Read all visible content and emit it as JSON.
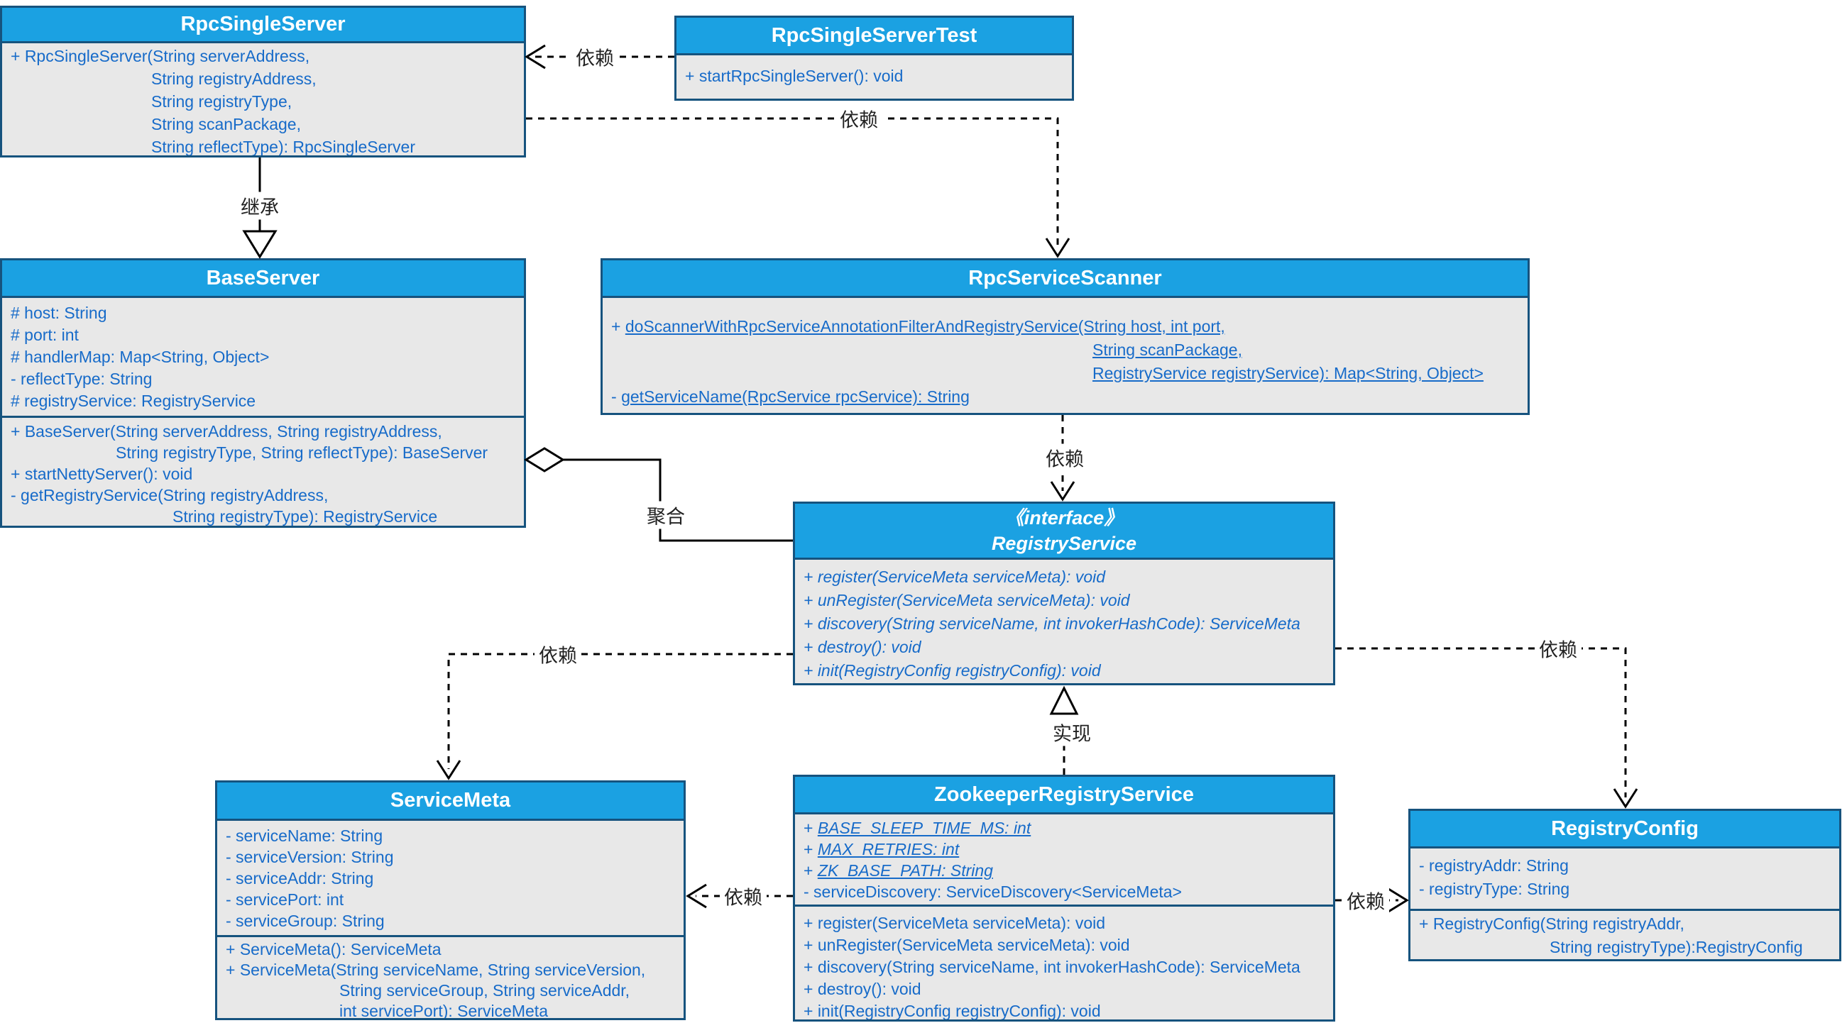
{
  "colors": {
    "header_blue": "#1BA1E2",
    "border_dark": "#16537E",
    "body_gray": "#E8E8E8",
    "member_text_blue": "#176BC9",
    "connector_black": "#000000"
  },
  "classes": {
    "rpc_single_server": {
      "title": "RpcSingleServer",
      "methods": [
        "+ RpcSingleServer(String serverAddress,",
        "String registryAddress,",
        "String registryType,",
        "String scanPackage,",
        "String reflectType): RpcSingleServer"
      ]
    },
    "rpc_single_server_test": {
      "title": "RpcSingleServerTest",
      "methods": [
        "+ startRpcSingleServer(): void"
      ]
    },
    "base_server": {
      "title": "BaseServer",
      "fields": [
        "# host: String",
        "# port: int",
        "# handlerMap: Map<String, Object>",
        "- reflectType: String",
        "# registryService: RegistryService"
      ],
      "methods": [
        "+ BaseServer(String serverAddress, String registryAddress,",
        "String registryType, String reflectType): BaseServer",
        "+ startNettyServer(): void",
        "- getRegistryService(String registryAddress,",
        "String registryType): RegistryService"
      ]
    },
    "rpc_service_scanner": {
      "title": "RpcServiceScanner",
      "methods": [
        {
          "pre": "+ ",
          "txt": "doScannerWithRpcServiceAnnotationFilterAndRegistryService(String host, int port,"
        },
        {
          "pre": "",
          "txt": "String scanPackage,"
        },
        {
          "pre": "",
          "txt": "RegistryService registryService): Map<String, Object>"
        },
        {
          "pre": "- ",
          "txt": "getServiceName(RpcService rpcService): String"
        }
      ]
    },
    "registry_service": {
      "stereotype": "《interface》",
      "title": "RegistryService",
      "methods": [
        "+ register(ServiceMeta serviceMeta): void",
        "+ unRegister(ServiceMeta serviceMeta): void",
        "+ discovery(String serviceName, int invokerHashCode): ServiceMeta",
        "+ destroy(): void",
        "+ init(RegistryConfig registryConfig): void"
      ]
    },
    "service_meta": {
      "title": "ServiceMeta",
      "fields": [
        "- serviceName: String",
        "- serviceVersion: String",
        "- serviceAddr: String",
        "- servicePort: int",
        "- serviceGroup: String"
      ],
      "methods": [
        "+ ServiceMeta(): ServiceMeta",
        "+ ServiceMeta(String serviceName, String serviceVersion,",
        "String serviceGroup, String serviceAddr,",
        "int servicePort): ServiceMeta"
      ]
    },
    "zookeeper_registry_service": {
      "title": "ZookeeperRegistryService",
      "fields": [
        {
          "pre": "+ ",
          "txt": "BASE_SLEEP_TIME_MS: int"
        },
        {
          "pre": "+ ",
          "txt": "MAX_RETRIES: int"
        },
        {
          "pre": "+ ",
          "txt": "ZK_BASE_PATH: String"
        },
        {
          "plain": "- serviceDiscovery: ServiceDiscovery<ServiceMeta>"
        }
      ],
      "methods": [
        "+ register(ServiceMeta serviceMeta): void",
        "+ unRegister(ServiceMeta serviceMeta): void",
        "+ discovery(String serviceName, int invokerHashCode): ServiceMeta",
        "+ destroy(): void",
        "+ init(RegistryConfig registryConfig): void"
      ]
    },
    "registry_config": {
      "title": "RegistryConfig",
      "fields": [
        "- registryAddr: String",
        "- registryType: String"
      ],
      "methods": [
        "+ RegistryConfig(String registryAddr,",
        "String registryType):RegistryConfig"
      ]
    }
  },
  "relation_labels": {
    "dependency": "依赖",
    "inheritance": "继承",
    "aggregation": "聚合",
    "realization": "实现"
  }
}
